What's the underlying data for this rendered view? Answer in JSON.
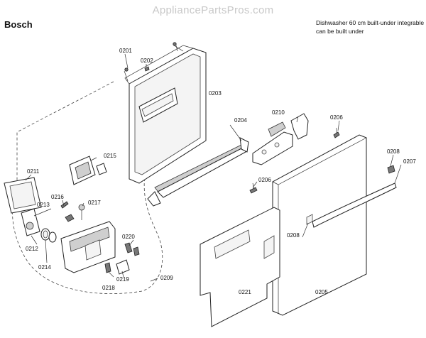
{
  "watermark": "AppliancePartsPros.com",
  "brand": "Bosch",
  "description": {
    "line1": "Dishwasher 60 cm built-under integrable",
    "line2": "can be built under"
  },
  "labels": {
    "p0201": "0201",
    "p0202": "0202",
    "p0203": "0203",
    "p0204": "0204",
    "p0210": "0210",
    "p0206a": "0206",
    "p0206b": "0206",
    "p0208a": "0208",
    "p0207": "0207",
    "p0215": "0215",
    "p0211": "0211",
    "p0216": "0216",
    "p0217": "0217",
    "p0213": "0213",
    "p0212": "0212",
    "p0214": "0214",
    "p0220": "0220",
    "p0218": "0218",
    "p0219": "0219",
    "p0209": "0209",
    "p0208b": "0208",
    "p0221": "0221",
    "p0205": "0205"
  }
}
